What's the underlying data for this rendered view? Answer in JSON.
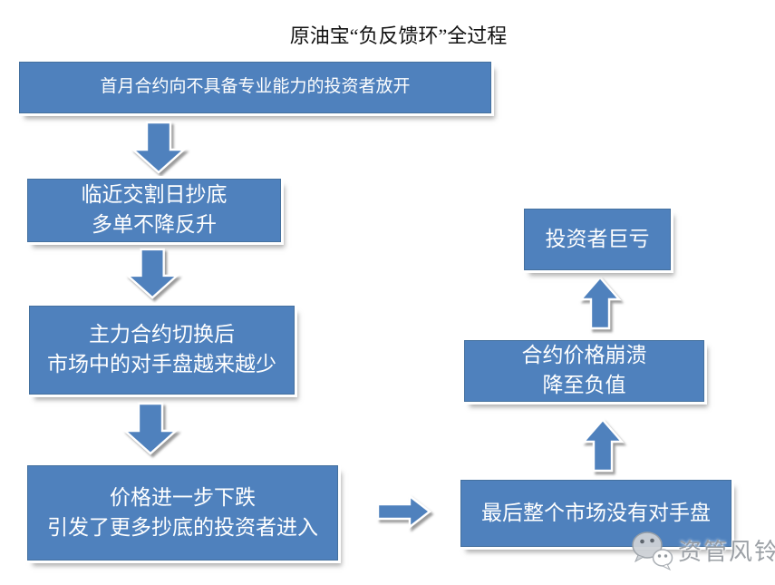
{
  "title": "原油宝“负反馈环”全过程",
  "colors": {
    "box_fill": "#4f81bd",
    "box_border": "#44709e",
    "box_text": "#ffffff",
    "arrow_fill": "#4f81bd",
    "arrow_outline": "#ffffff",
    "shadow": "#6e6e6e",
    "title_text": "#111111",
    "watermark_text": "#979ca2",
    "background": "#ffffff"
  },
  "boxes": {
    "b1": {
      "line1": "首月合约向不具备专业能力的投资者放开"
    },
    "b2": {
      "line1": "临近交割日抄底",
      "line2": "多单不降反升"
    },
    "b3": {
      "line1": "主力合约切换后",
      "line2": "市场中的对手盘越来越少"
    },
    "b4": {
      "line1": "价格进一步下跌",
      "line2": "引发了更多抄底的投资者进入"
    },
    "b5": {
      "line1": "最后整个市场没有对手盘"
    },
    "b6": {
      "line1": "合约价格崩溃",
      "line2": "降至负值"
    },
    "b7": {
      "line1": "投资者巨亏"
    }
  },
  "arrows": [
    {
      "icon": "arrow-down-icon",
      "from": "b1",
      "to": "b2"
    },
    {
      "icon": "arrow-down-icon",
      "from": "b2",
      "to": "b3"
    },
    {
      "icon": "arrow-down-icon",
      "from": "b3",
      "to": "b4"
    },
    {
      "icon": "arrow-right-icon",
      "from": "b4",
      "to": "b5"
    },
    {
      "icon": "arrow-up-icon",
      "from": "b5",
      "to": "b6"
    },
    {
      "icon": "arrow-up-icon",
      "from": "b6",
      "to": "b7"
    }
  ],
  "watermark": {
    "label": "资管风铃",
    "icon": "wechat-icon"
  }
}
